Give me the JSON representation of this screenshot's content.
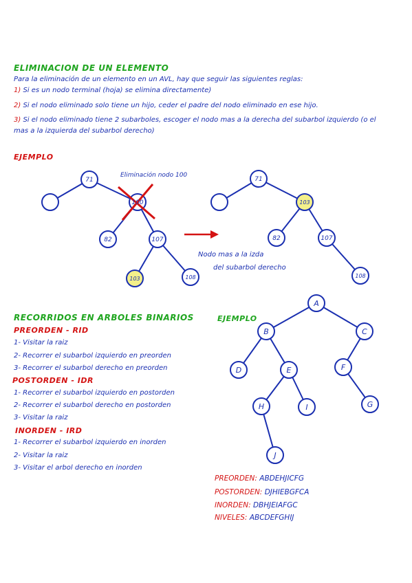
{
  "section1": {
    "title": "ELIMINACION DE UN ELEMENTO",
    "intro": "Para la eliminación de un elemento en un AVL, hay que seguir las siguientes reglas:",
    "rules": [
      {
        "num": "1)",
        "text": "Si es un nodo terminal (hoja) se elimina directamente)"
      },
      {
        "num": "2)",
        "text": "Si el nodo eliminado solo tiene un hijo, ceder el padre del nodo eliminado en ese hijo."
      },
      {
        "num": "3)",
        "text": "Si el nodo eliminado tiene 2 subarboles, escoger el nodo mas a la derecha del subarbol izquierdo (o el"
      },
      {
        "num": "",
        "text": "mas a la izquierda del subarbol derecho)"
      }
    ]
  },
  "example1": {
    "label": "EJEMPLO",
    "annotation": "Eliminación nodo 100",
    "note_line1": "Nodo mas a la izda",
    "note_line2": "del subarbol derecho",
    "left_tree": {
      "n71": "71",
      "n100": "100",
      "n82": "82",
      "n107": "107",
      "n103": "103",
      "n108": "108"
    },
    "right_tree": {
      "n71": "71",
      "n103": "103",
      "n82": "82",
      "n107": "107",
      "n108": "108"
    }
  },
  "section2": {
    "title": "RECORRIDOS EN ARBOLES BINARIOS",
    "preorden": {
      "title": "PREORDEN - RID",
      "steps": [
        "1- Visitar la raiz",
        "2- Recorrer el subarbol izquierdo en preorden",
        "3- Recorrer el subarbol derecho en preorden"
      ]
    },
    "postorden": {
      "title": "POSTORDEN - IDR",
      "steps": [
        "1- Recorrer el subarbol izquierdo en postorden",
        "2- Recorrer el subarbol derecho en postorden",
        "3- Visitar la raiz"
      ]
    },
    "inorden": {
      "title": "INORDEN - IRD",
      "steps": [
        "1- Recorrer el subarbol izquierdo en inorden",
        "2- Visitar la raiz",
        "3- Visitar el arbol derecho en inorden"
      ]
    }
  },
  "example2": {
    "label": "EJEMPLO",
    "nodes": {
      "A": "A",
      "B": "B",
      "C": "C",
      "D": "D",
      "E": "E",
      "F": "F",
      "G": "G",
      "H": "H",
      "I": "I",
      "J": "J"
    },
    "traversals": [
      {
        "label": "PREORDEN:",
        "value": "ABDEHJICFG"
      },
      {
        "label": "POSTORDEN:",
        "value": "DJHIEBGFCA"
      },
      {
        "label": "INORDEN:",
        "value": "DBHJEIAFGC"
      },
      {
        "label": "NIVELES:",
        "value": "ABCDEFGHIJ"
      }
    ]
  }
}
